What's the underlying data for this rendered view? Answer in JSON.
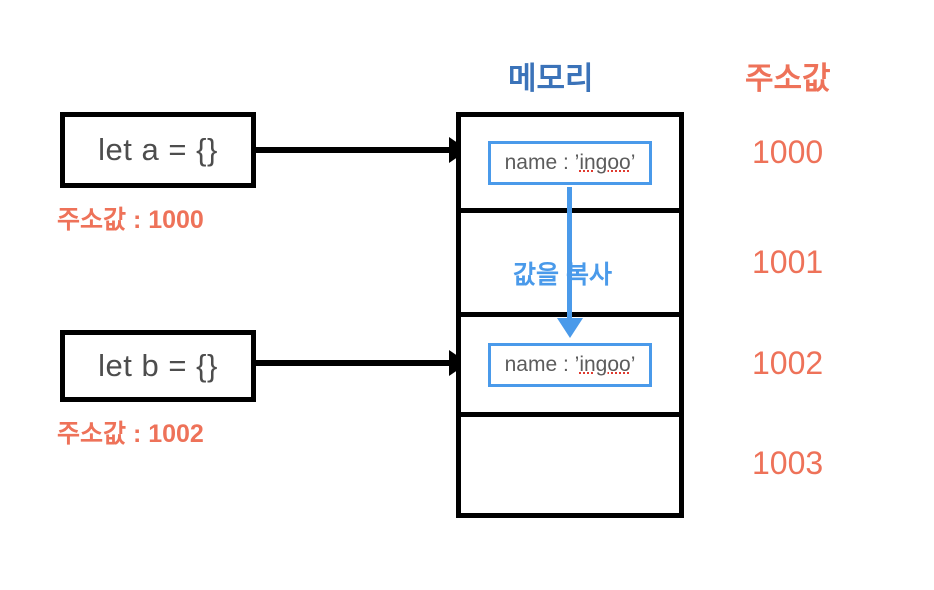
{
  "diagram": {
    "title_memory": "메모리",
    "title_address": "주소값",
    "variables": [
      {
        "code": "let a = {}",
        "address_note": "주소값 : 1000"
      },
      {
        "code": "let b = {}",
        "address_note": "주소값 : 1002"
      }
    ],
    "copy_label": "값을 복사",
    "memory_rows": [
      {
        "address": "1000",
        "value_prefix": "name : ’",
        "value_word": "ingoo",
        "value_suffix": "’",
        "has_value": true
      },
      {
        "address": "1001",
        "value_prefix": "",
        "value_word": "",
        "value_suffix": "",
        "has_value": false
      },
      {
        "address": "1002",
        "value_prefix": "name : ’",
        "value_word": "ingoo",
        "value_suffix": "’",
        "has_value": true
      },
      {
        "address": "1003",
        "value_prefix": "",
        "value_word": "",
        "value_suffix": "",
        "has_value": false
      }
    ],
    "colors": {
      "memory_title": "#3b73b9",
      "address": "#ee7259",
      "value_border": "#4a9aea",
      "copy_arrow": "#4a9aea",
      "code_text": "#4d4d4d",
      "value_text": "#5c5c5c",
      "connector": "#000000",
      "background": "#ffffff"
    }
  }
}
